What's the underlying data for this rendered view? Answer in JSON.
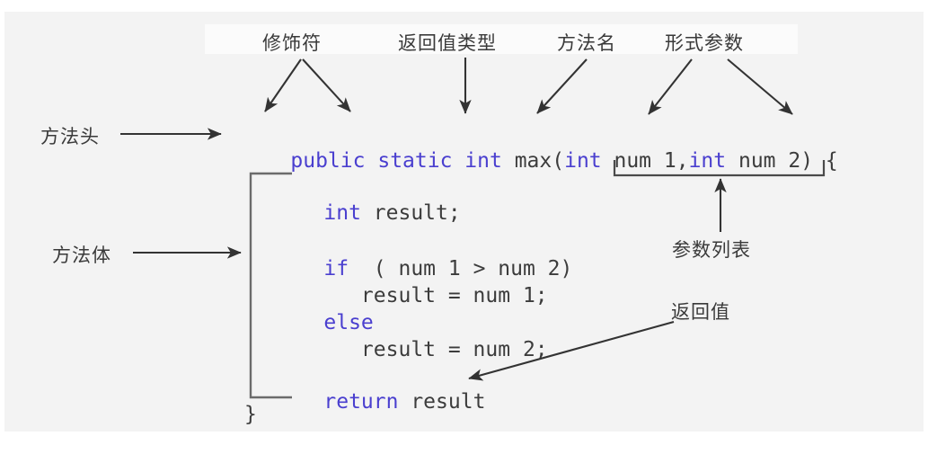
{
  "diagram": {
    "title_text": "Java method structure annotated diagram",
    "background_color": "#f3f3f3",
    "page_color": "#ffffff",
    "label_band_color": "#fbfbfb",
    "keyword_color": "#4a3fcf",
    "code_color": "#3c3c3c",
    "label_color": "#3a3a3a",
    "arrow_color": "#333333",
    "bracket_color": "#6b6b6b"
  },
  "top_labels": [
    {
      "id": "modifier",
      "text": "修饰符"
    },
    {
      "id": "return-type",
      "text": "返回值类型"
    },
    {
      "id": "method-name",
      "text": "方法名"
    },
    {
      "id": "formal-parameters",
      "text": "形式参数"
    }
  ],
  "left_labels": [
    {
      "id": "method-header",
      "text": "方法头"
    },
    {
      "id": "method-body",
      "text": "方法体"
    }
  ],
  "right_labels": [
    {
      "id": "parameter-list",
      "text": "参数列表"
    },
    {
      "id": "return-value",
      "text": "返回值"
    }
  ],
  "code": {
    "signature": {
      "tokens": [
        {
          "text": "public",
          "keyword": true
        },
        {
          "text": " ",
          "keyword": false
        },
        {
          "text": "static",
          "keyword": true
        },
        {
          "text": " ",
          "keyword": false
        },
        {
          "text": "int",
          "keyword": true
        },
        {
          "text": " max(",
          "keyword": false
        },
        {
          "text": "int",
          "keyword": true
        },
        {
          "text": " num 1,",
          "keyword": false
        },
        {
          "text": "int",
          "keyword": true
        },
        {
          "text": " num 2) {",
          "keyword": false
        }
      ],
      "plain": "public static int max(int num 1,int num 2) {"
    },
    "lines": [
      {
        "id": "declare-result",
        "tokens": [
          {
            "text": "int",
            "keyword": true
          },
          {
            "text": " result;",
            "keyword": false
          }
        ]
      },
      {
        "id": "if-condition",
        "tokens": [
          {
            "text": "if",
            "keyword": true
          },
          {
            "text": "  ( num 1 > num 2)",
            "keyword": false
          }
        ]
      },
      {
        "id": "if-assign",
        "tokens": [
          {
            "text": "   result = num 1;",
            "keyword": false
          }
        ]
      },
      {
        "id": "else-keyword",
        "tokens": [
          {
            "text": "else",
            "keyword": true
          }
        ]
      },
      {
        "id": "else-assign",
        "tokens": [
          {
            "text": "   result = num 2;",
            "keyword": false
          }
        ]
      },
      {
        "id": "return-statement",
        "tokens": [
          {
            "text": "return",
            "keyword": true
          },
          {
            "text": " result",
            "keyword": false
          }
        ]
      }
    ],
    "closing_brace": "}"
  }
}
